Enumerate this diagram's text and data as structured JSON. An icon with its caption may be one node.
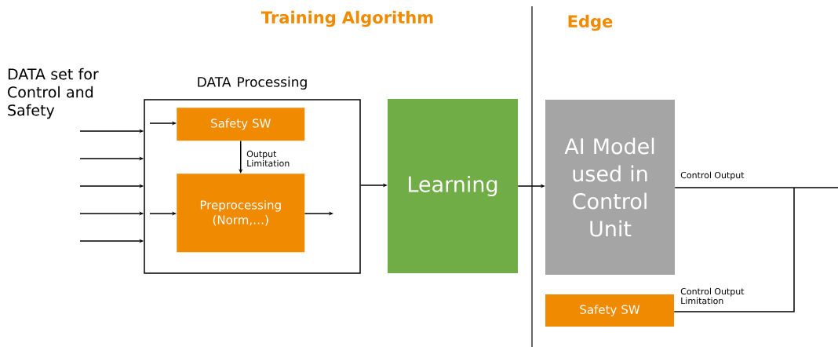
{
  "diagram": {
    "nodes": [
      {
        "text": [
          "DATA Processing"
        ]
      },
      {
        "text": [
          "Safety SW"
        ],
        "in": 0
      },
      {
        "text": [
          "Preprocessing (Norm,…)"
        ],
        "in": 0
      },
      {
        "text": [
          "Learning"
        ]
      },
      {
        "text": [
          "AI Model used in Control Unit"
        ]
      },
      {
        "text": [
          "Safety SW"
        ]
      }
    ],
    "edges": [
      {
        "from": null,
        "to": 0,
        "arrow": "to"
      },
      {
        "from": null,
        "to": 0,
        "arrow": "to"
      },
      {
        "from": null,
        "to": 0,
        "arrow": "to"
      },
      {
        "from": null,
        "to": 0,
        "arrow": "to"
      },
      {
        "from": null,
        "to": 0,
        "arrow": "to"
      },
      {
        "from": null,
        "to": 1,
        "arrow": "to"
      },
      {
        "from": null,
        "to": 2,
        "arrow": "to"
      },
      {
        "from": 1,
        "to": 2,
        "arrow": "to",
        "label": "Output Limitation"
      },
      {
        "from": 2,
        "to": null,
        "arrow": "to"
      },
      {
        "from": 0,
        "to": 3,
        "arrow": "to"
      },
      {
        "from": 3,
        "to": 4,
        "arrow": "to"
      },
      {
        "from": 4,
        "to": null,
        "arrow": "none",
        "label": "Control Output"
      },
      {
        "from": 5,
        "to": null,
        "arrow": "none",
        "label": "Control Output Limitation"
      }
    ],
    "labels": [
      "Training Algorithm",
      "Edge",
      "DATA set for Control and Safety"
    ]
  }
}
